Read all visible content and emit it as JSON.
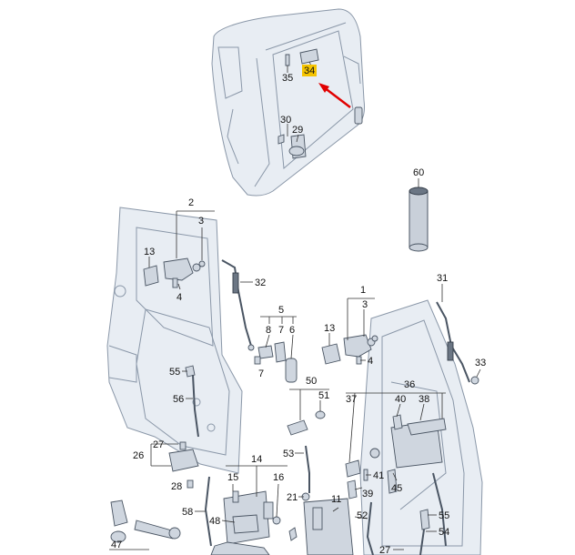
{
  "colors": {
    "highlight": "#f5c400",
    "arrow": "#e10000",
    "line": "#333333",
    "body_tint": "#e8edf3"
  },
  "callouts": [
    {
      "id": "c-34",
      "text": "34",
      "highlight": true
    },
    {
      "id": "c-35",
      "text": "35"
    },
    {
      "id": "c-30",
      "text": "30"
    },
    {
      "id": "c-29",
      "text": "29"
    },
    {
      "id": "c-60",
      "text": "60"
    },
    {
      "id": "c-2",
      "text": "2"
    },
    {
      "id": "c-3a",
      "text": "3"
    },
    {
      "id": "c-13a",
      "text": "13"
    },
    {
      "id": "c-4a",
      "text": "4"
    },
    {
      "id": "c-32",
      "text": "32"
    },
    {
      "id": "c-31",
      "text": "31"
    },
    {
      "id": "c-1",
      "text": "1"
    },
    {
      "id": "c-3b",
      "text": "3"
    },
    {
      "id": "c-13b",
      "text": "13"
    },
    {
      "id": "c-4b",
      "text": "4"
    },
    {
      "id": "c-33",
      "text": "33"
    },
    {
      "id": "c-5",
      "text": "5"
    },
    {
      "id": "c-8",
      "text": "8"
    },
    {
      "id": "c-7a",
      "text": "7"
    },
    {
      "id": "c-6",
      "text": "6"
    },
    {
      "id": "c-7b",
      "text": "7"
    },
    {
      "id": "c-55a",
      "text": "55"
    },
    {
      "id": "c-56",
      "text": "56"
    },
    {
      "id": "c-50",
      "text": "50"
    },
    {
      "id": "c-51",
      "text": "51"
    },
    {
      "id": "c-36",
      "text": "36"
    },
    {
      "id": "c-37",
      "text": "37"
    },
    {
      "id": "c-40",
      "text": "40"
    },
    {
      "id": "c-38",
      "text": "38"
    },
    {
      "id": "c-26",
      "text": "26"
    },
    {
      "id": "c-27a",
      "text": "27"
    },
    {
      "id": "c-28",
      "text": "28"
    },
    {
      "id": "c-14",
      "text": "14"
    },
    {
      "id": "c-15",
      "text": "15"
    },
    {
      "id": "c-16",
      "text": "16"
    },
    {
      "id": "c-53",
      "text": "53"
    },
    {
      "id": "c-41",
      "text": "41"
    },
    {
      "id": "c-45",
      "text": "45"
    },
    {
      "id": "c-39",
      "text": "39"
    },
    {
      "id": "c-21",
      "text": "21"
    },
    {
      "id": "c-11",
      "text": "11"
    },
    {
      "id": "c-58",
      "text": "58"
    },
    {
      "id": "c-48",
      "text": "48"
    },
    {
      "id": "c-52",
      "text": "52"
    },
    {
      "id": "c-55b",
      "text": "55"
    },
    {
      "id": "c-54",
      "text": "54"
    },
    {
      "id": "c-47",
      "text": "47"
    },
    {
      "id": "c-27b",
      "text": "27"
    }
  ]
}
